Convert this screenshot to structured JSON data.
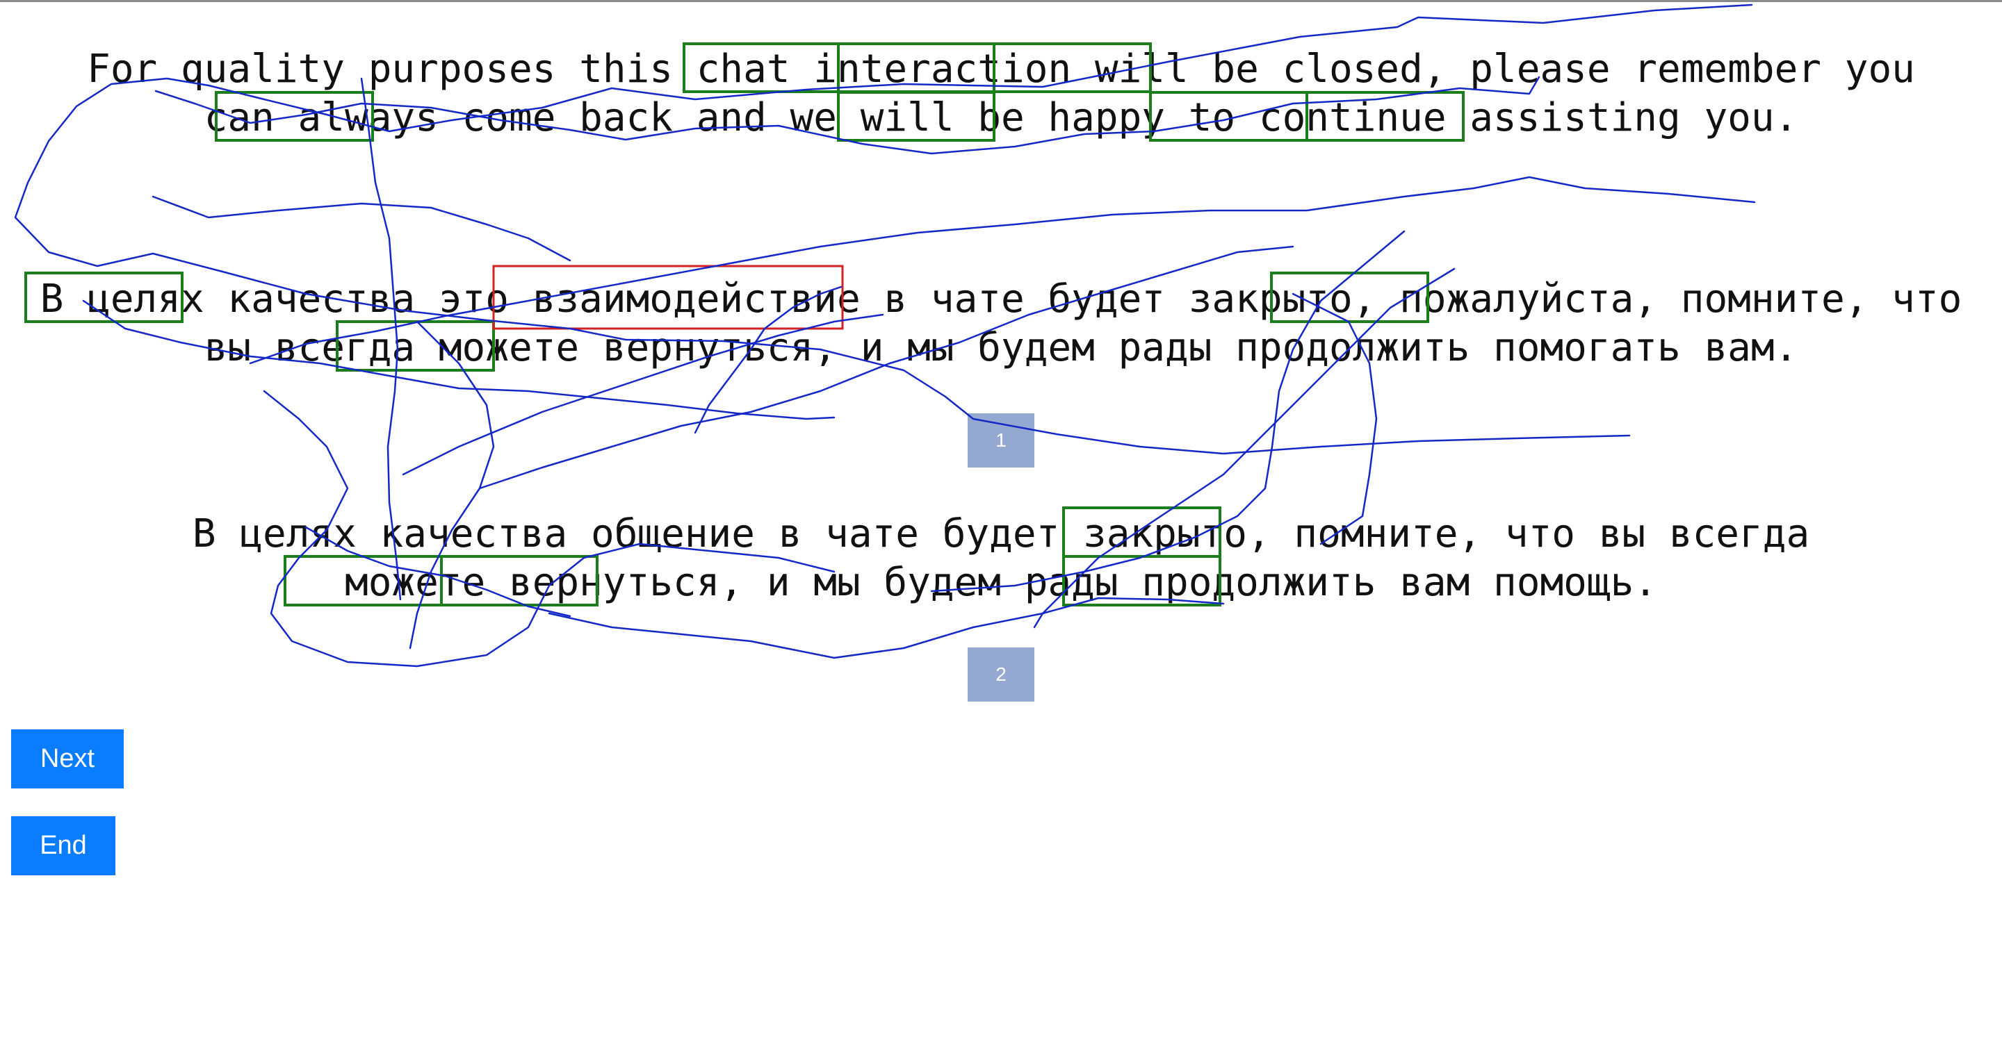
{
  "source": {
    "text": "For quality purposes this chat interaction will be closed, please remember you can always come back and we will be happy to continue assisting you."
  },
  "translations": [
    {
      "text": "В целях качества это взаимодействие в чате будет закрыто, пожалуйста, помните, что вы всегда можете вернуться, и мы будем рады продолжить помогать вам.",
      "badge": "1"
    },
    {
      "text": "В целях качества общение в чате будет закрыто, помните, что вы всегда можете вернуться, и мы будем рады продолжить вам помощь.",
      "badge": "2"
    }
  ],
  "buttons": {
    "next": "Next",
    "end": "End"
  },
  "colors": {
    "highlight_ok": "#1a7f1a",
    "highlight_error": "#d42222",
    "gaze_trace": "#1428c8",
    "badge": "#95a8d2",
    "button": "#0a7cff"
  }
}
